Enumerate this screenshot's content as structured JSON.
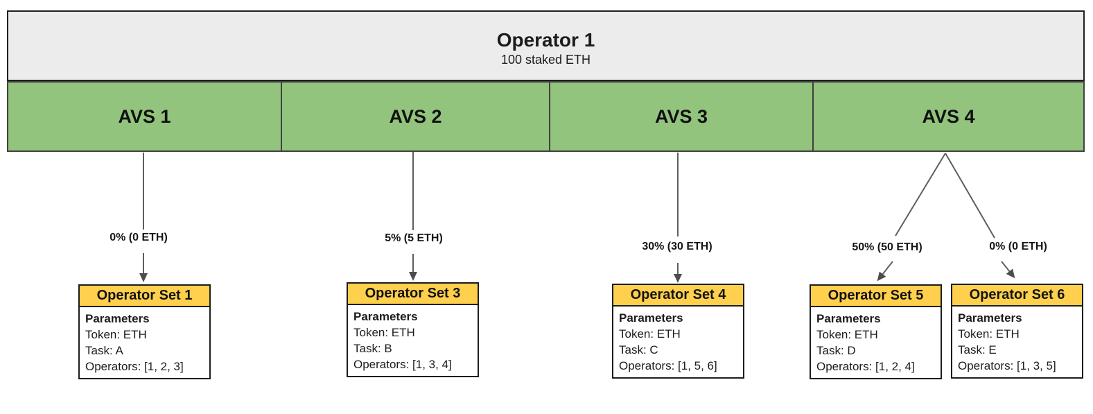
{
  "operator": {
    "title": "Operator 1",
    "subtitle": "100 staked ETH"
  },
  "avs_list": [
    {
      "label": "AVS 1"
    },
    {
      "label": "AVS 2"
    },
    {
      "label": "AVS 3"
    },
    {
      "label": "AVS 4"
    }
  ],
  "allocations": [
    {
      "from": "AVS 1",
      "label": "0% (0 ETH)",
      "to": "Operator Set 1"
    },
    {
      "from": "AVS 2",
      "label": "5% (5 ETH)",
      "to": "Operator Set 3"
    },
    {
      "from": "AVS 3",
      "label": "30% (30 ETH)",
      "to": "Operator Set 4"
    },
    {
      "from": "AVS 4",
      "label": "50% (50 ETH)",
      "to": "Operator Set 5"
    },
    {
      "from": "AVS 4",
      "label": "0% (0 ETH)",
      "to": "Operator Set 6"
    }
  ],
  "operator_sets": [
    {
      "title": "Operator Set 1",
      "params_heading": "Parameters",
      "token": "Token: ETH",
      "task": "Task: A",
      "operators": "Operators: [1, 2, 3]"
    },
    {
      "title": "Operator Set 3",
      "params_heading": "Parameters",
      "token": "Token: ETH",
      "task": "Task: B",
      "operators": "Operators: [1, 3, 4]"
    },
    {
      "title": "Operator Set 4",
      "params_heading": "Parameters",
      "token": "Token: ETH",
      "task": "Task: C",
      "operators": "Operators: [1, 5, 6]"
    },
    {
      "title": "Operator Set 5",
      "params_heading": "Parameters",
      "token": "Token: ETH",
      "task": "Task: D",
      "operators": "Operators: [1, 2, 4]"
    },
    {
      "title": "Operator Set 6",
      "params_heading": "Parameters",
      "token": "Token: ETH",
      "task": "Task: E",
      "operators": "Operators: [1, 3, 5]"
    }
  ],
  "colors": {
    "operator_bg": "#ececec",
    "avs_bg": "#93c47d",
    "set_header_bg": "#ffd04d",
    "border_dark": "#1f1f1f",
    "arrow": "#5e5e5e"
  }
}
